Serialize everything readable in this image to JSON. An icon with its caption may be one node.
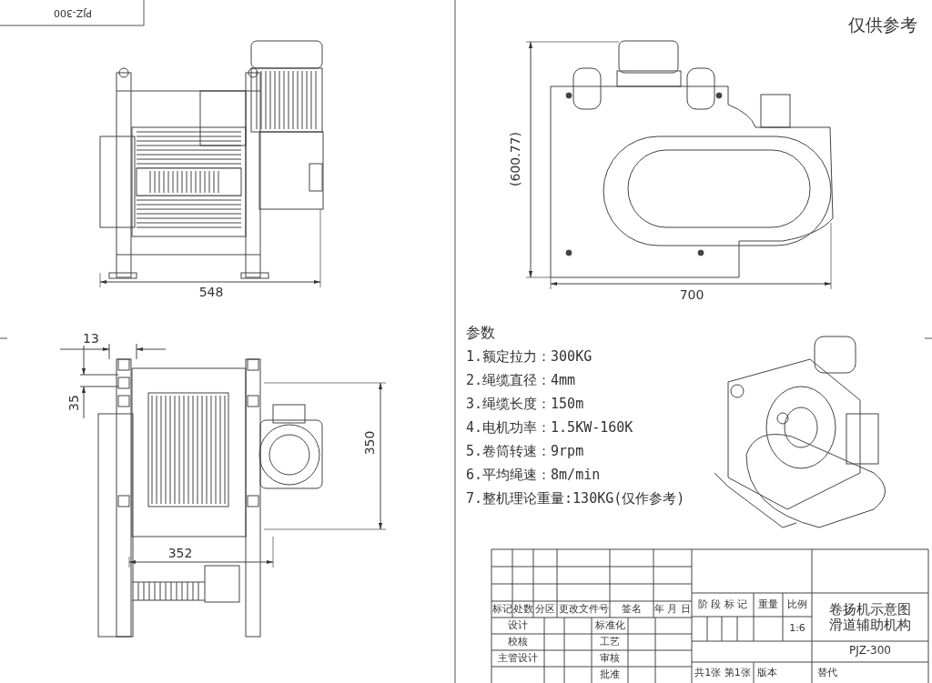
{
  "diagram": {
    "labels": [
      "PJZ-300",
      "仅供参考",
      "548",
      "(600.77)",
      "700",
      "13",
      "35",
      "350",
      "352",
      "参数",
      "1.额定拉力：300KG",
      "2.绳缆直径：4mm",
      "3.绳缆长度：150m",
      "4.电机功率：1.5KW-160K",
      "5.卷筒转速：9rpm",
      "6.平均绳速：8m/min",
      "7.整机理论重量:130KG(仅作参考)",
      "标记",
      "处数",
      "分区",
      "更改文件号",
      "签名",
      "年 月 日",
      "阶 段 标 记",
      "重量",
      "比例",
      "卷扬机示意图滑道辅助机构",
      "设计",
      "标准化",
      "1:6",
      "校核",
      "工艺",
      "PJZ-300",
      "主管设计",
      "审核",
      "批准",
      "共1张 第1张",
      "版本",
      "替代"
    ]
  }
}
